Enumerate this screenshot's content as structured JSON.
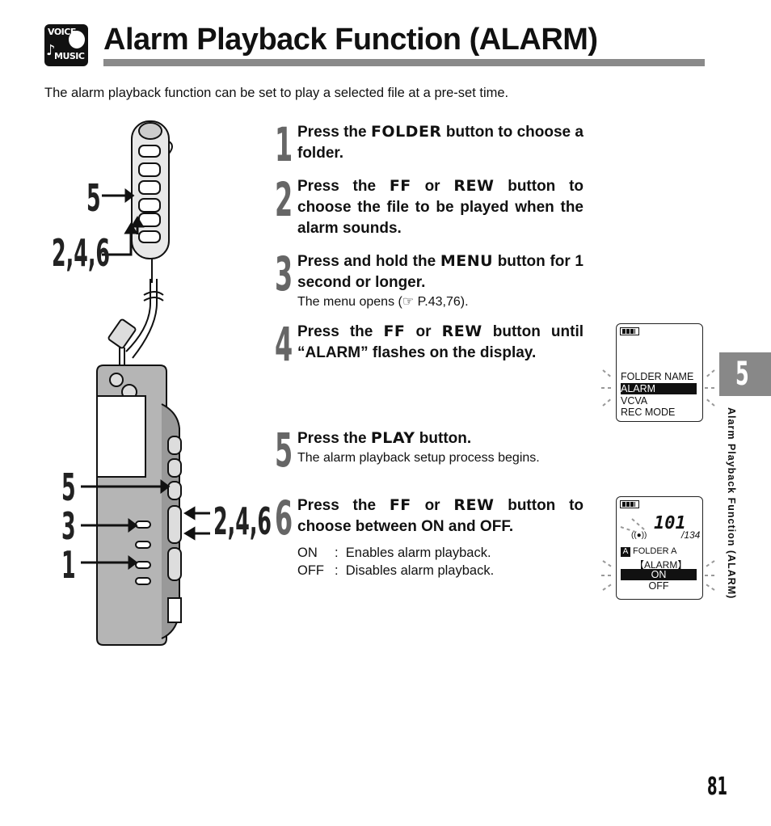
{
  "header": {
    "logo_text_top": "VOICE",
    "logo_text_bottom": "MUSIC",
    "title": "Alarm Playback Function (ALARM)"
  },
  "intro": "The alarm playback function can be set to play a selected file at a pre-set time.",
  "steps": [
    {
      "num": "1",
      "text_parts": [
        "Press the ",
        "FOLDER",
        " button to choose a folder."
      ]
    },
    {
      "num": "2",
      "text_parts": [
        "Press the ",
        "FF",
        " or ",
        "REW",
        " button to choose the file to be played when the alarm sounds."
      ]
    },
    {
      "num": "3",
      "text_parts": [
        "Press and hold the ",
        "MENU",
        " button for 1 second or longer."
      ],
      "sub": "The menu opens (☞ P.43,76)."
    },
    {
      "num": "4",
      "text_parts": [
        "Press the ",
        "FF",
        " or ",
        "REW",
        " button until “ALARM” flashes on the display."
      ]
    },
    {
      "num": "5",
      "text_parts": [
        "Press the ",
        "PLAY",
        " button."
      ],
      "sub": "The alarm playback setup process begins."
    },
    {
      "num": "6",
      "text_parts": [
        "Press the ",
        "FF",
        " or ",
        "REW",
        " button to choose between ON and OFF."
      ],
      "options": [
        {
          "key": "ON",
          "desc": "Enables alarm playback."
        },
        {
          "key": "OFF",
          "desc": "Disables alarm playback."
        }
      ]
    }
  ],
  "display1": {
    "rows": [
      "FOLDER NAME",
      "ALARM",
      "VCVA",
      "REC MODE"
    ],
    "highlighted": "ALARM"
  },
  "display2": {
    "file_num": "101",
    "total": "/134",
    "folder": "FOLDER A",
    "label": "【ALARM】",
    "on": "ON",
    "off": "OFF",
    "folder_icon": "A"
  },
  "callouts": {
    "top_single": "5",
    "top_group": "2,4,6",
    "right_group": "2,4,6",
    "left_5": "5",
    "left_3": "3",
    "left_1": "1"
  },
  "side_tab": {
    "chapter": "5",
    "label": "Alarm Playback Function (ALARM)"
  },
  "page_number": "81"
}
